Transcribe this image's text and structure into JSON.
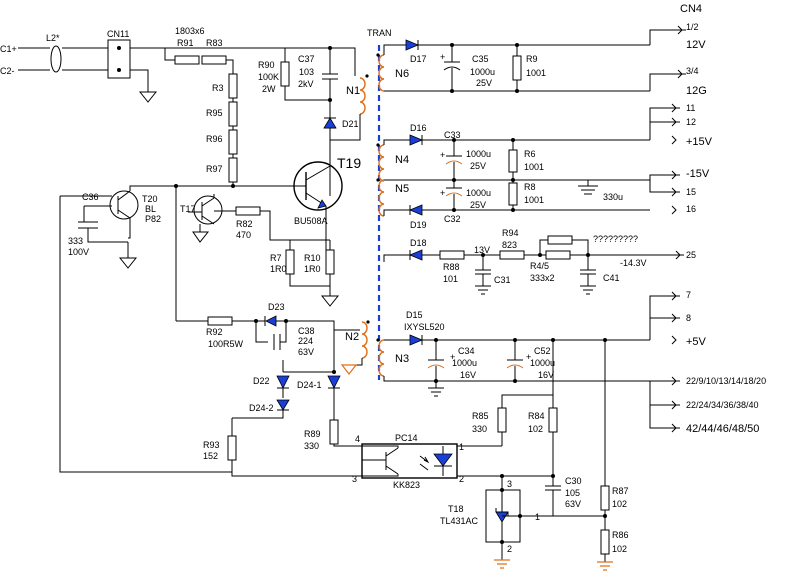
{
  "connector_cn4": {
    "title": "CN4",
    "pins": [
      {
        "pins": "1/2",
        "label": "12V"
      },
      {
        "pins": "3/4",
        "label": "12G"
      },
      {
        "pins": "11",
        "label": ""
      },
      {
        "pins": "12",
        "label": "+15V"
      },
      {
        "pins": "15",
        "label": "-15V"
      },
      {
        "pins": "16",
        "label": ""
      },
      {
        "pins": "25",
        "label": ""
      },
      {
        "pins": "7",
        "label": ""
      },
      {
        "pins": "8",
        "label": "+5V"
      },
      {
        "pins": "22/9/10/13/14/18/20",
        "label": ""
      },
      {
        "pins": "22/24/34/36/38/40",
        "label": ""
      },
      {
        "pins": "42/44/46/48/50",
        "label": ""
      }
    ]
  },
  "input": {
    "c1": "C1+",
    "c2": "C2-",
    "l2": "L2*",
    "cn11": "CN11",
    "resistors": "1803x6"
  },
  "components": {
    "r91": "R91",
    "r83": "R83",
    "r3": "R3",
    "r95": "R95",
    "r96": "R96",
    "r97": "R97",
    "r90": "R90",
    "r90_val": "100K",
    "r90_val2": "2W",
    "c37": "C37",
    "c37_val": "103",
    "c37_val2": "2kV",
    "tran": "TRAN",
    "n1": "N1",
    "n2": "N2",
    "n3": "N3",
    "n4": "N4",
    "n5": "N5",
    "n6": "N6",
    "d21": "D21",
    "t19": "T19",
    "t19_part": "BU508A",
    "c36": "C36",
    "c36_val": "333",
    "c36_val2": "100V",
    "t20": "T20",
    "t20_val": "BL",
    "t20_val2": "P82",
    "t17": "T17",
    "r82": "R82",
    "r82_val": "470",
    "r7": "R7",
    "r7_val": "1R0",
    "r10": "R10",
    "r10_val": "1R0",
    "d23": "D23",
    "r92": "R92",
    "r92_val": "100R5W",
    "c38": "C38",
    "c38_val": "224",
    "c38_val2": "63V",
    "d22": "D22",
    "d24_1": "D24-1",
    "d24_2": "D24-2",
    "r93": "R93",
    "r93_val": "152",
    "r89": "R89",
    "r89_val": "330",
    "pc14": "PC14",
    "pc14_part": "KK823",
    "pin1": "1",
    "pin2": "2",
    "pin3": "3",
    "pin4": "4",
    "d17": "D17",
    "c35": "C35",
    "c35_val": "1000u",
    "c35_val2": "25V",
    "r9": "R9",
    "r9_val": "1001",
    "d16": "D16",
    "c33": "C33",
    "c33_val": "1000u",
    "c33_val2": "25V",
    "r6": "R6",
    "r6_val": "1001",
    "c32": "C32",
    "c32_val": "1000u",
    "c32_val2": "25V",
    "r8": "R8",
    "r8_val": "1001",
    "d19": "D19",
    "cap330": "330u",
    "d18": "D18",
    "r88": "R88",
    "r88_val": "101",
    "v13": "13V",
    "c31": "C31",
    "r94": "R94",
    "r94_val": "823",
    "r45": "R4/5",
    "r45_val": "333x2",
    "question": "?????????",
    "c41": "C41",
    "vm143": "-14.3V",
    "d15": "D15",
    "d15_part": "IXYSL520",
    "c34": "C34",
    "c34_val": "1000u",
    "c34_val2": "16V",
    "c52": "C52",
    "c52_val": "1000u",
    "c52_val2": "16V",
    "r85": "R85",
    "r85_val": "330",
    "r84": "R84",
    "r84_val": "102",
    "c30": "C30",
    "c30_val": "105",
    "c30_val2": "63V",
    "t18": "T18",
    "t18_part": "TL431AC",
    "r87": "R87",
    "r87_val": "102",
    "r86": "R86",
    "r86_val": "102",
    "plus": "+"
  }
}
